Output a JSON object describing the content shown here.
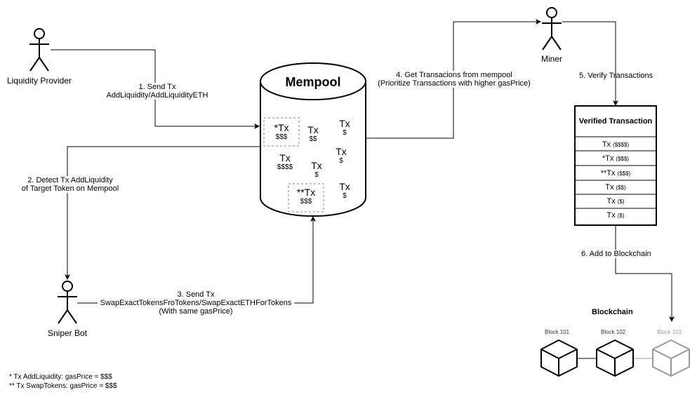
{
  "actors": {
    "liquidity_provider": "Liquidity Provider",
    "sniper_bot": "Sniper Bot",
    "miner": "Miner"
  },
  "mempool": {
    "title": "Mempool",
    "txs": [
      {
        "label": "*Tx",
        "value": "$$$",
        "dashed": true
      },
      {
        "label": "Tx",
        "value": "$$"
      },
      {
        "label": "Tx",
        "value": "$"
      },
      {
        "label": "Tx",
        "value": "$$$$"
      },
      {
        "label": "Tx",
        "value": "$"
      },
      {
        "label": "Tx",
        "value": "$"
      },
      {
        "label": "**Tx",
        "value": "$$$",
        "dashed": true
      },
      {
        "label": "Tx",
        "value": "$"
      }
    ]
  },
  "steps": {
    "s1": [
      "1. Send Tx",
      "AddLiquidity/AddLiquidityETH"
    ],
    "s2": [
      "2. Detect Tx AddLiquidity",
      "of Target Token on Mempool"
    ],
    "s3": [
      "3. Send Tx",
      "SwapExactTokensFroTokens/SwapExactETHForTokens",
      "(With same gasPrice)"
    ],
    "s4": [
      "4. Get Transacions from mempool",
      "(Prioritize Transactions with higher gasPrice)"
    ],
    "s5": "5. Verify Transactions",
    "s6": "6. Add to Blockchain"
  },
  "verified": {
    "title": "Verified Transaction",
    "rows": [
      {
        "label": "Tx",
        "value": "($$$$)"
      },
      {
        "label": "*Tx",
        "value": "($$$)"
      },
      {
        "label": "**Tx",
        "value": "($$$)"
      },
      {
        "label": "Tx",
        "value": "($$)"
      },
      {
        "label": "Tx",
        "value": "($)"
      },
      {
        "label": "Tx",
        "value": "($)"
      }
    ]
  },
  "blockchain": {
    "title": "Blockchain",
    "blocks": [
      "Block 101",
      "Block 102",
      "Block 103"
    ]
  },
  "footnotes": [
    "* Tx AddLiquidity: gasPrice = $$$",
    "** Tx SwapTokens: gasPrice = $$$"
  ],
  "colors": {
    "line": "#000000",
    "dashed": "#808080",
    "faded": "#999999"
  }
}
